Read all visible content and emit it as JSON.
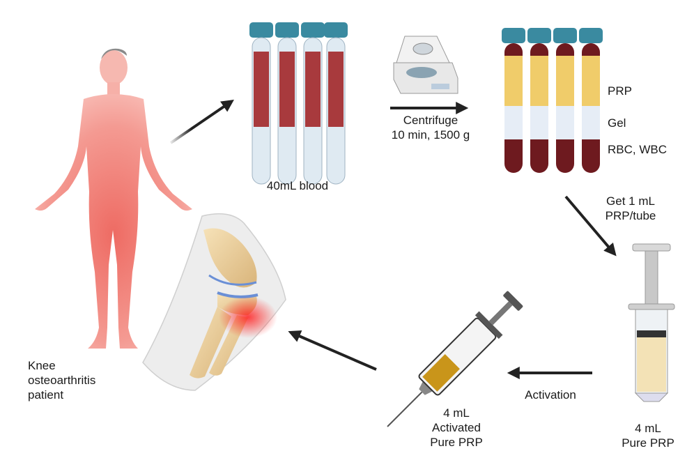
{
  "labels": {
    "blood": "40mL blood",
    "centrifuge_line1": "Centrifuge",
    "centrifuge_line2": "10 min, 1500 g",
    "layer_prp": "PRP",
    "layer_gel": "Gel",
    "layer_rbc": "RBC, WBC",
    "get_line1": "Get 1 mL",
    "get_line2": "PRP/tube",
    "activation": "Activation",
    "pure_line1": "4 mL",
    "pure_line2": "Pure PRP",
    "activated_line1": "4 mL",
    "activated_line2": "Activated",
    "activated_line3": "Pure PRP",
    "patient_line1": "Knee",
    "patient_line2": "osteoarthritis",
    "patient_line3": "patient"
  },
  "colors": {
    "cap": "#3a8aa0",
    "blood": "#a83a3d",
    "plasma": "#f0cc6a",
    "gel": "#e6edf6",
    "rbc": "#6e1a1f",
    "tube_glass": "#dfeaf2",
    "body": "#f4a39c",
    "knee_glow": "#ff3030",
    "activated_prp": "#c9951a",
    "arrow": "#222222"
  },
  "icons": [
    "human-body-icon",
    "blood-tube-icon",
    "centrifuge-icon",
    "separated-tube-icon",
    "syringe-icon",
    "needle-syringe-icon",
    "knee-joint-icon"
  ]
}
